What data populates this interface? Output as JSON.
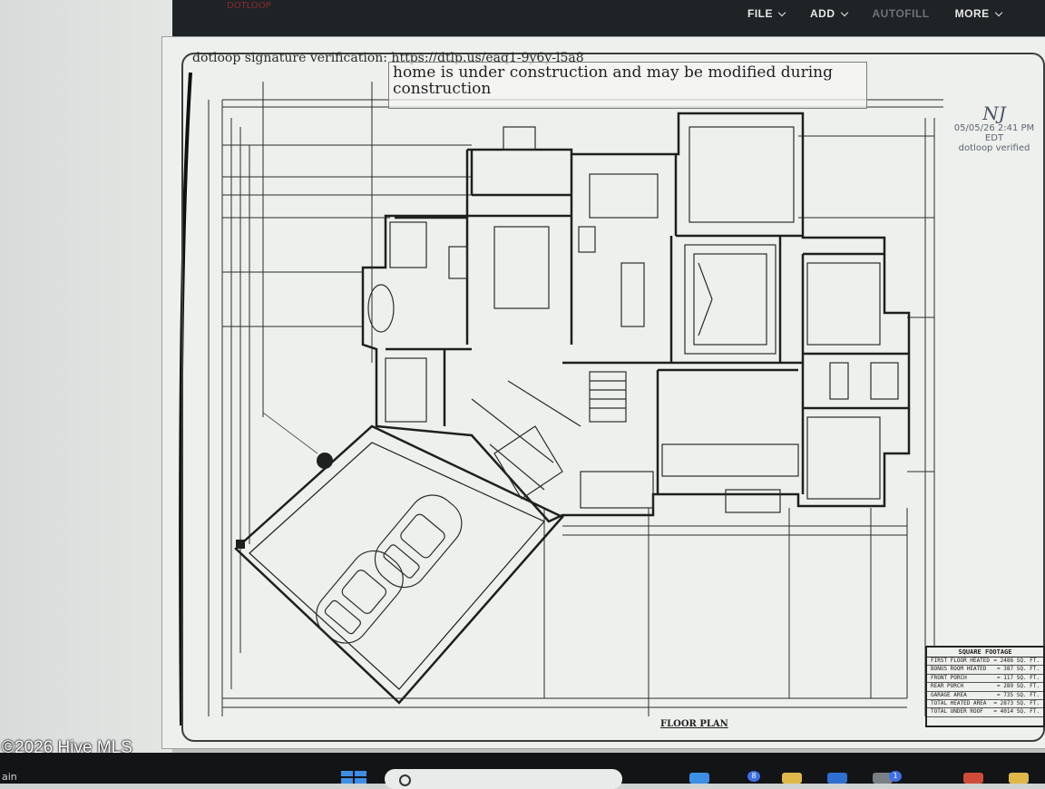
{
  "toolbar": {
    "brand_stub": "DOTLOOP",
    "menu": [
      {
        "label": "FILE",
        "chevron": true,
        "dim": false
      },
      {
        "label": "ADD",
        "chevron": true,
        "dim": false
      },
      {
        "label": "AUTOFILL",
        "chevron": false,
        "dim": true
      },
      {
        "label": "MORE",
        "chevron": true,
        "dim": false
      }
    ]
  },
  "document": {
    "verification_text": "dotloop signature verification: https://dtlp.us/eaq1-9y6y-l5a8",
    "note": "home is under construction and may be modified during construction",
    "stamp": {
      "initials": "NJ",
      "datetime": "05/05/26 2:41 PM EDT",
      "verified": "dotloop verified"
    },
    "plan_caption": "FLOOR PLAN",
    "sqft": {
      "title": "SQUARE FOOTAGE",
      "rows": [
        {
          "label": "FIRST FLOOR HEATED",
          "value": "= 2486 SQ. FT."
        },
        {
          "label": "BONUS ROOM HEATED",
          "value": "= 387 SQ. FT."
        },
        {
          "label": "FRONT PORCH",
          "value": "= 117 SQ. FT."
        },
        {
          "label": "REAR PORCH",
          "value": "= 289 SQ. FT."
        },
        {
          "label": "GARAGE AREA",
          "value": "= 735 SQ. FT."
        },
        {
          "label": "TOTAL HEATED AREA",
          "value": "= 2873 SQ. FT."
        },
        {
          "label": "TOTAL UNDER ROOF",
          "value": "= 4014 SQ. FT."
        }
      ]
    }
  },
  "watermark": "©2026 Hive MLS",
  "taskbar": {
    "left_label": "ain",
    "notification_count": "8",
    "tray_count": "1"
  },
  "colors": {
    "toolbar_bg": "#1e2326",
    "page_bg": "#eef0ed",
    "line": "#2b2d2c",
    "accent_blue": "#3d8fe6"
  }
}
